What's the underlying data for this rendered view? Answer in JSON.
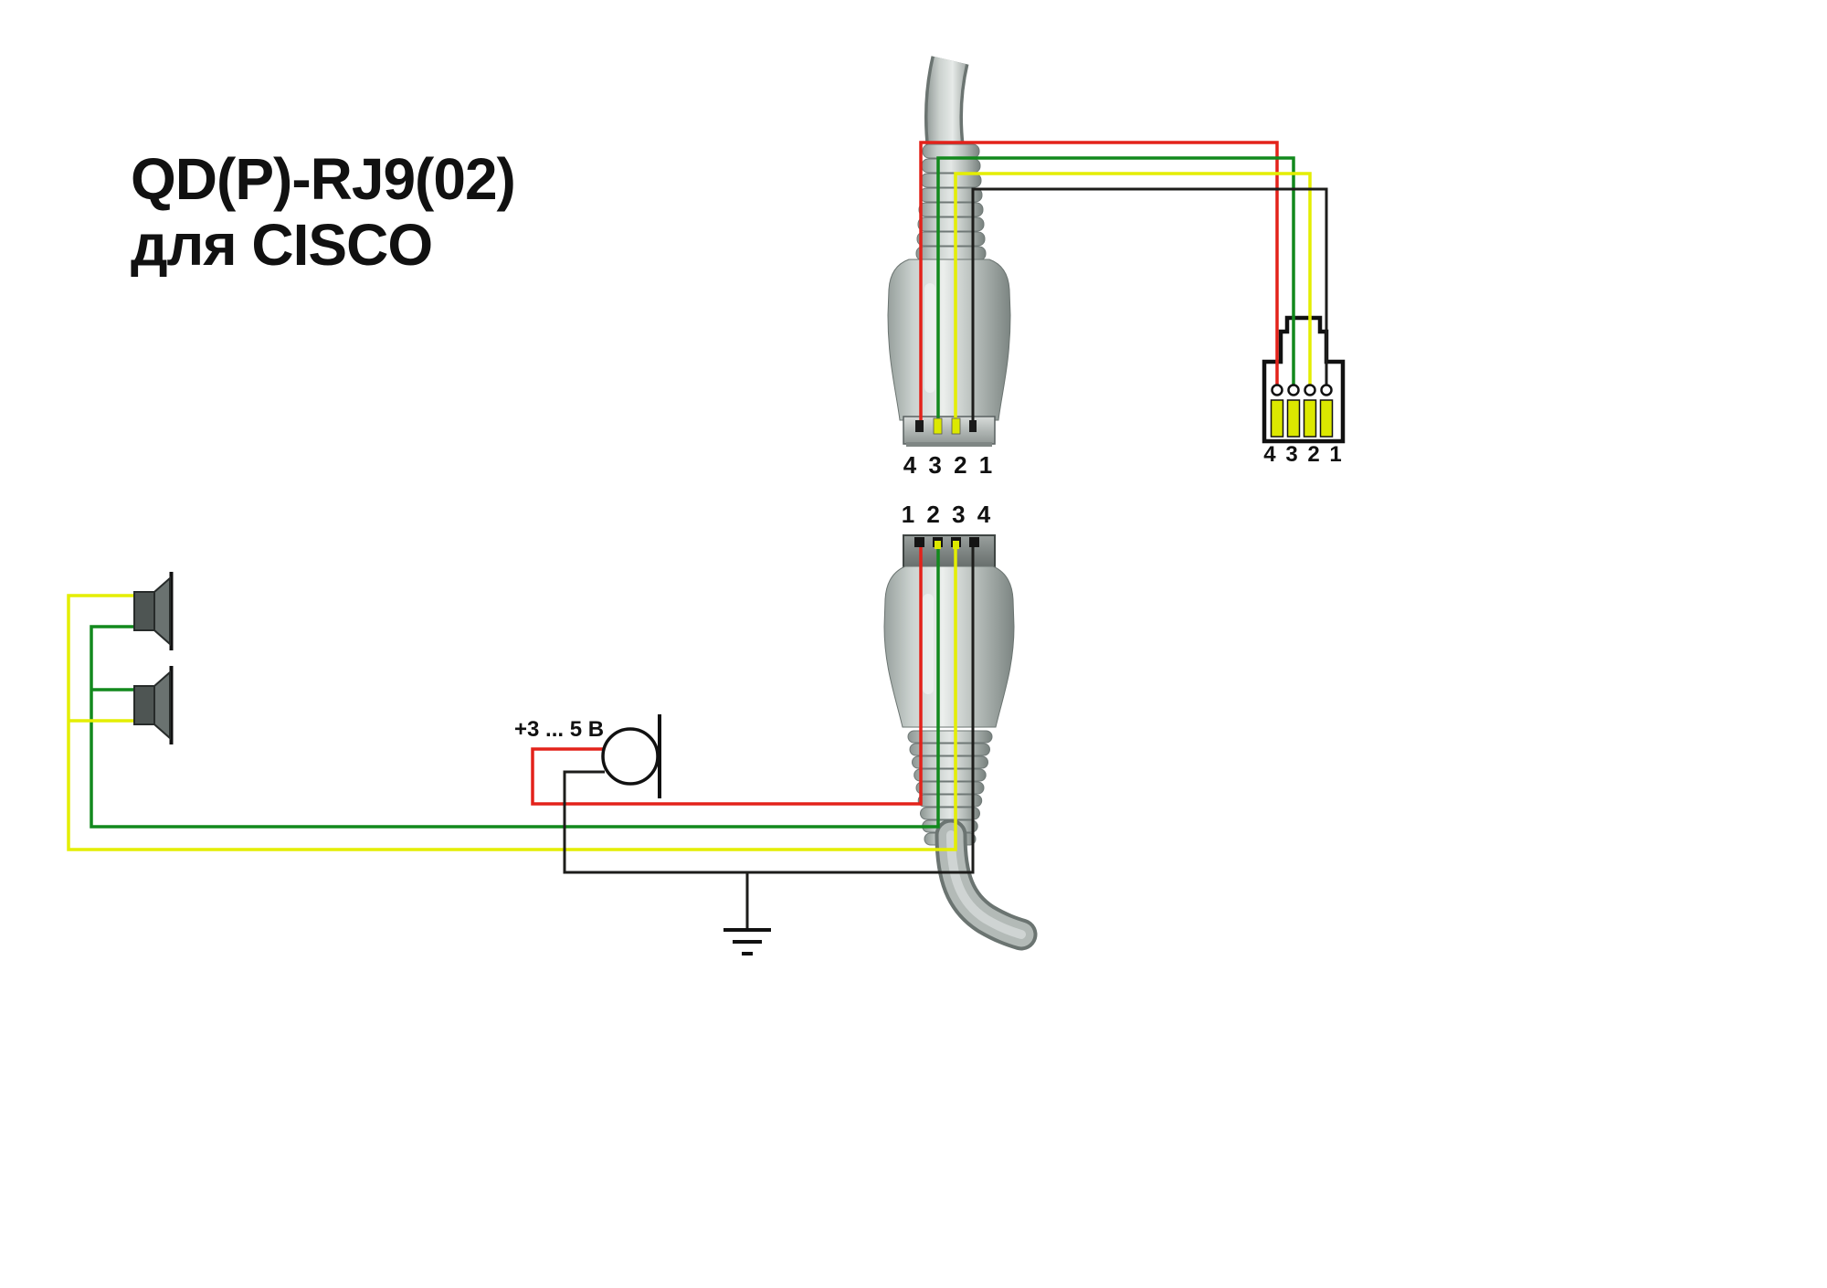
{
  "title": {
    "line1": "QD(P)-RJ9(02)",
    "line2": "для CISCO"
  },
  "connectors": {
    "qd_top": {
      "pin_label": "4 3 2 1"
    },
    "rj9": {
      "pin_label": "4 3 2 1"
    },
    "qd_bottom": {
      "pin_label": "1 2 3 4"
    }
  },
  "microphone": {
    "voltage_label": "+3 ... 5 В"
  },
  "colors": {
    "wire_red": "#e3221a",
    "wire_green": "#12891d",
    "wire_yellow": "#e4ee00",
    "wire_black": "#1d1d1b",
    "contact_yellow": "#dce800",
    "outline_black": "#111111"
  }
}
